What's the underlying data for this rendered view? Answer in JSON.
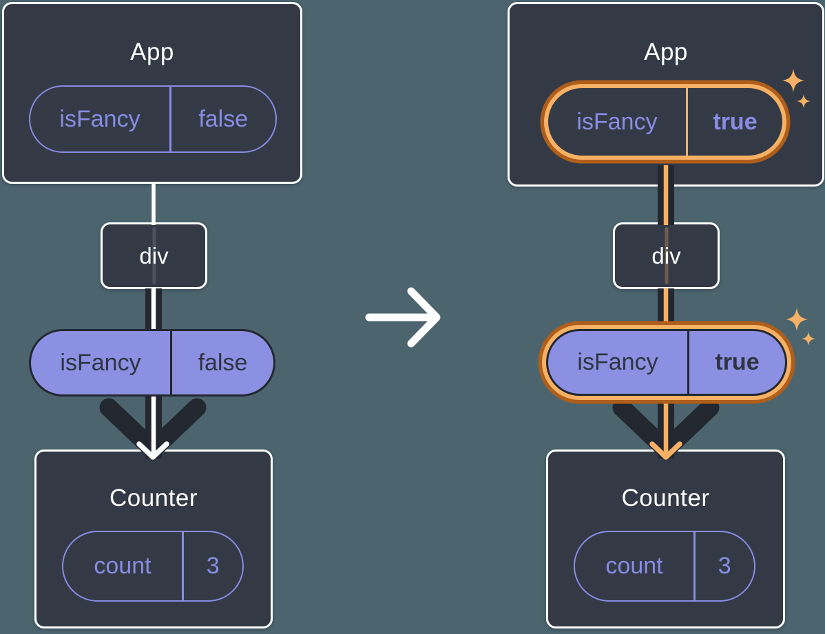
{
  "colors": {
    "background": "#4C646E",
    "box": "#333A45",
    "box-border": "#FFFFFF",
    "purple": "#878CE4",
    "purple-fill": "#8B90E2",
    "dark": "#23272F",
    "dark-text": "#2E3440",
    "orange": "#F6B164",
    "orange-dark": "#B05E1B",
    "white": "#FFFFFF"
  },
  "left_tree": {
    "app": {
      "title": "App",
      "state": {
        "key": "isFancy",
        "value": "false"
      }
    },
    "div_node": {
      "label": "div"
    },
    "prop": {
      "key": "isFancy",
      "value": "false"
    },
    "counter": {
      "title": "Counter",
      "state": {
        "key": "count",
        "value": "3"
      }
    }
  },
  "right_tree": {
    "app": {
      "title": "App",
      "state": {
        "key": "isFancy",
        "value": "true"
      }
    },
    "div_node": {
      "label": "div"
    },
    "prop": {
      "key": "isFancy",
      "value": "true"
    },
    "counter": {
      "title": "Counter",
      "state": {
        "key": "count",
        "value": "3"
      }
    }
  }
}
